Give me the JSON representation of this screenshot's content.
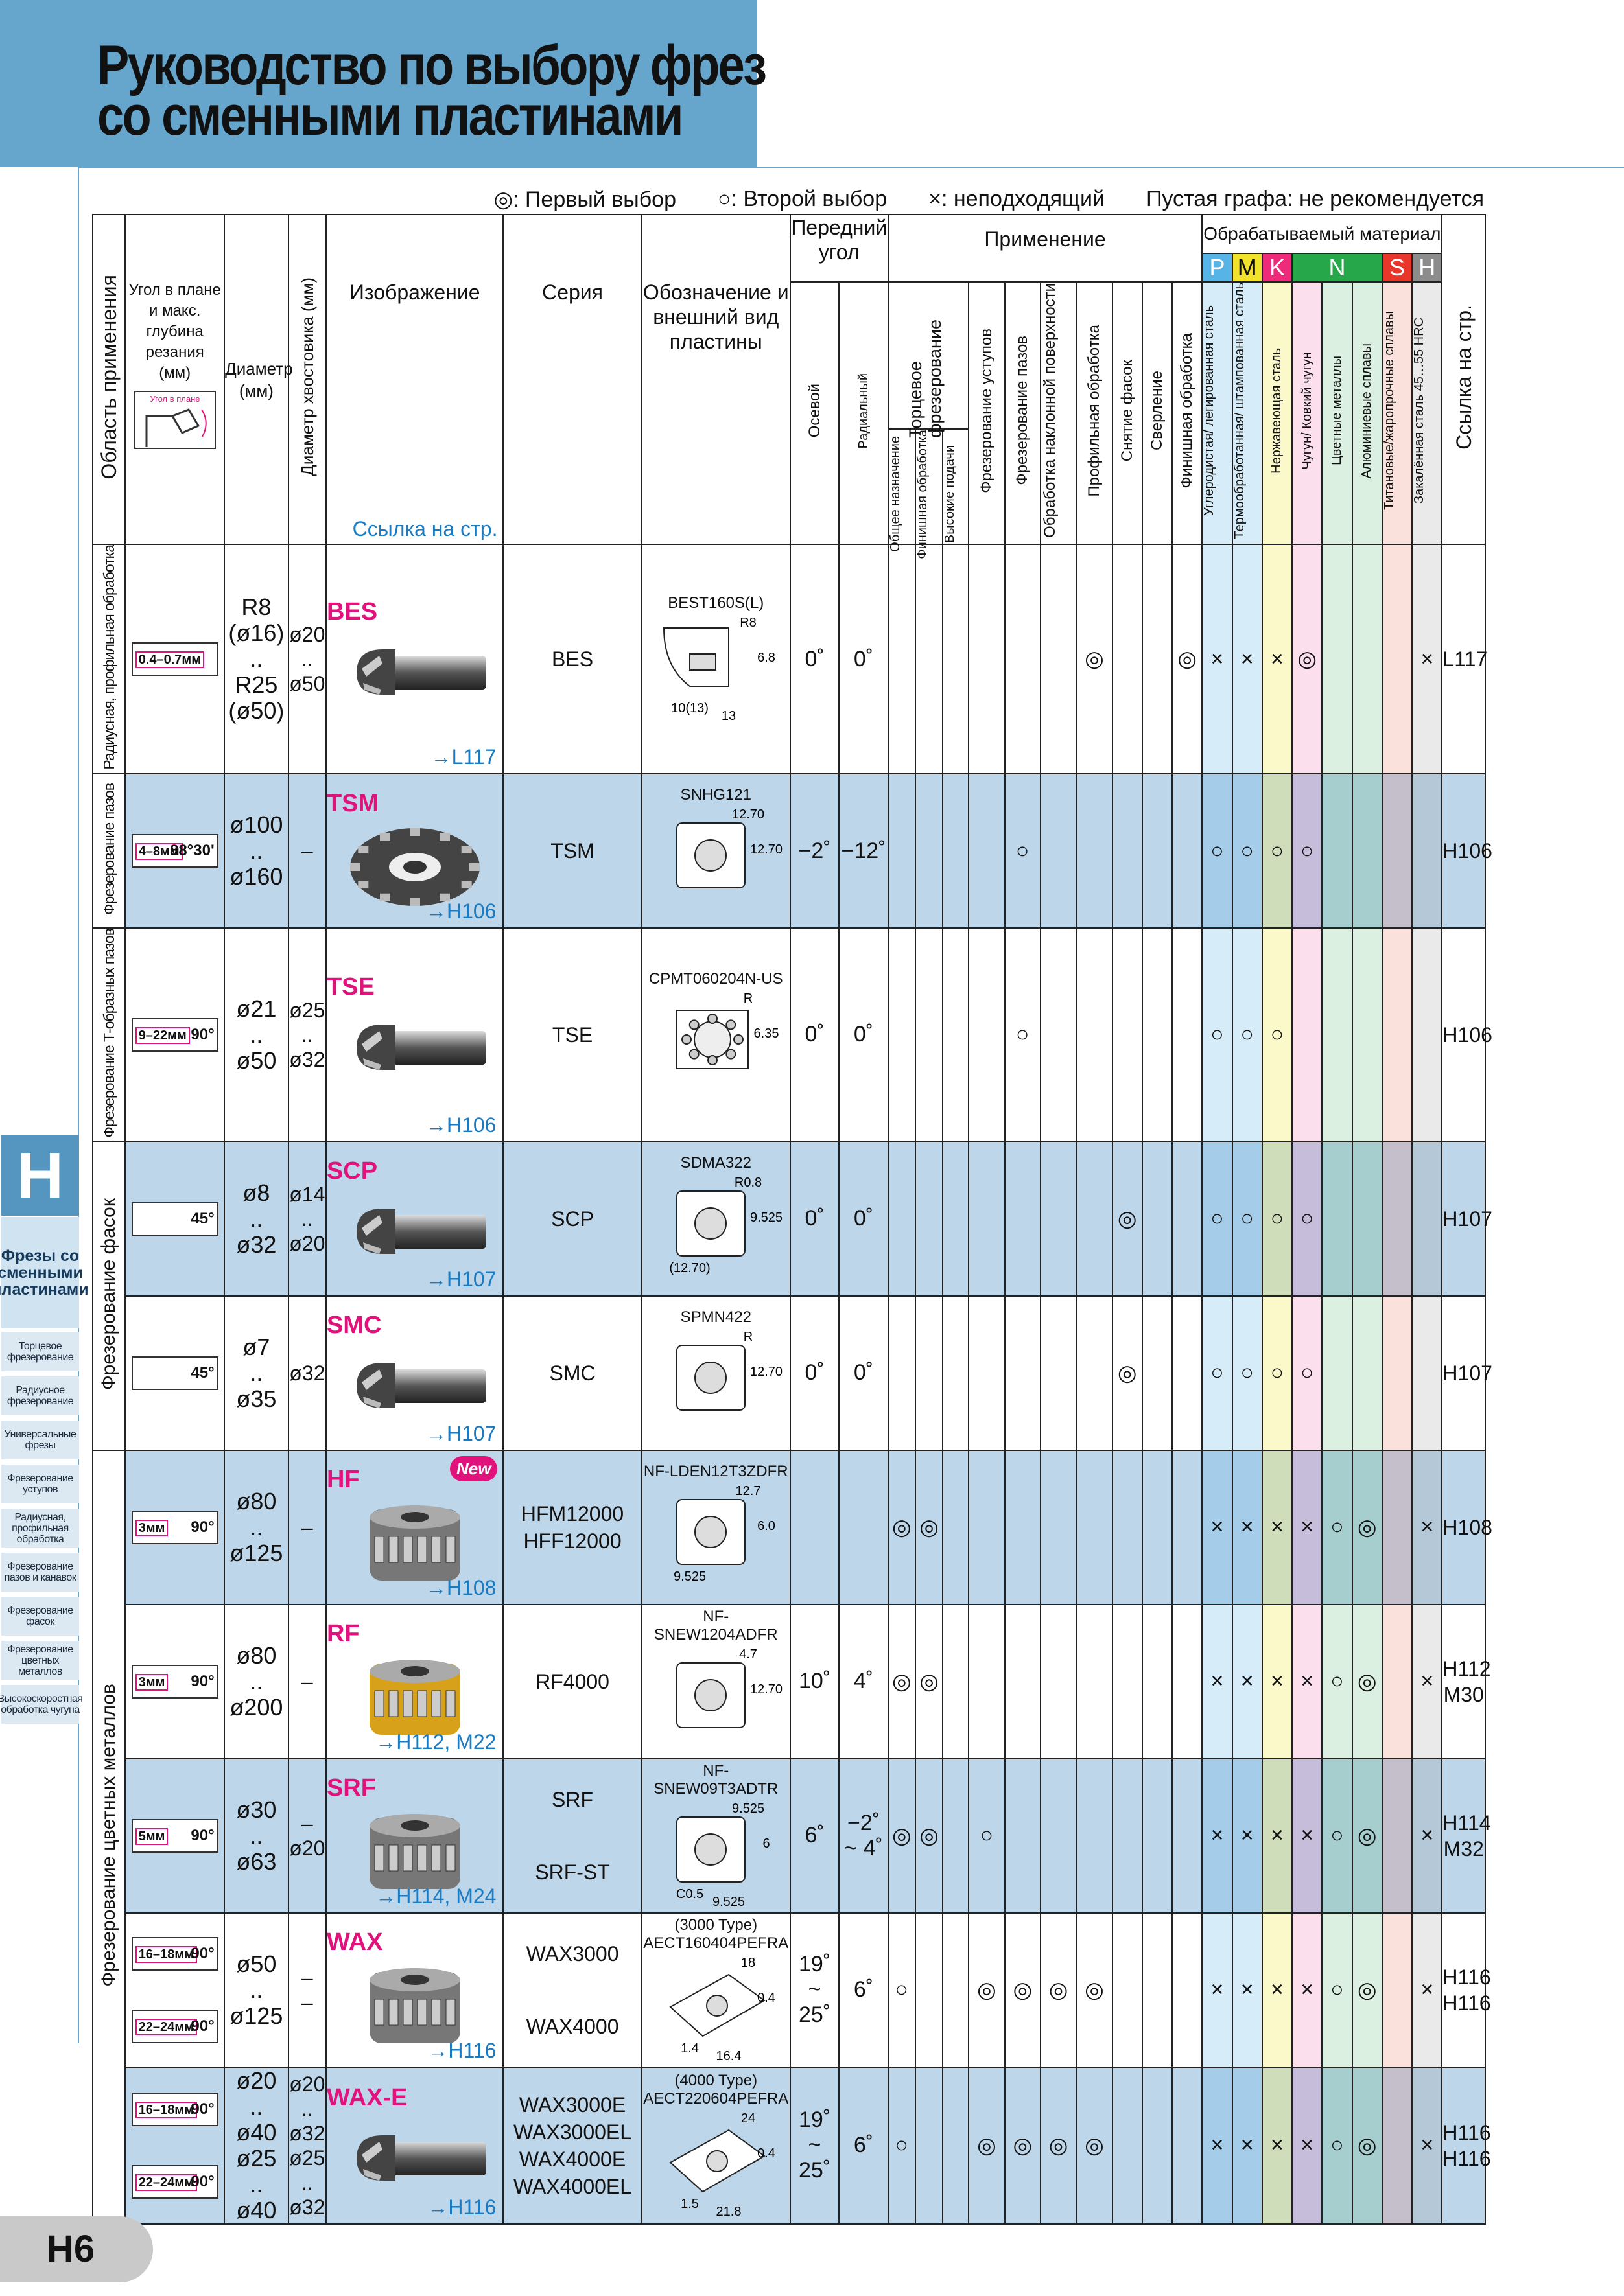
{
  "title_line1": "Руководство по выбору фрез",
  "title_line2": "со сменными пластинами",
  "legend": {
    "first": "◎: Первый выбор",
    "second": "○: Второй выбор",
    "unsuitable": "×: неподходящий",
    "empty": "Пустая графа: не рекомендуется"
  },
  "side_tab": "H",
  "side_nav": {
    "section": "Фрезы со сменными пластинами",
    "items": [
      "Торцевое фрезерование",
      "Радиусное фрезерование",
      "Универсальные фрезы",
      "Фрезерование уступов",
      "Радиусная, профильная обработка",
      "Фрезерование пазов и канавок",
      "Фрезерование фасок",
      "Фрезерование цветных металлов",
      "Высокоскоростная обработка чугуна"
    ]
  },
  "page_number": "H6",
  "headers": {
    "area": "Область применения",
    "angle": "Угол в плане и макс. глубина резания (мм)",
    "angle_img": "Угол в плане",
    "diameter": "Диаметр (мм)",
    "shank": "Диаметр хвостовика (мм)",
    "image": "Изображение",
    "image_ref": "Ссылка на стр.",
    "series": "Серия",
    "insert": "Обозначение и внешний вид пластины",
    "rake": "Передний угол",
    "axial": "Осевой",
    "radial": "Радиальный",
    "application": "Применение",
    "face_milling": "Торцевое фрезерование",
    "app_cols": [
      "Общее назначение",
      "Финишная обработка",
      "Высокие подачи",
      "Фрезерование уступов",
      "Фрезерование пазов",
      "Обработка наклонной поверхности",
      "Профильная обработка",
      "Снятие фасок",
      "Сверление",
      "Финишная обработка"
    ],
    "material": "Обрабатываемый материал",
    "mat_letters": [
      "P",
      "M",
      "K",
      "N",
      "S",
      "H"
    ],
    "mat_cols": [
      "Углеродистая/ легированная сталь",
      "Термообработанная/ штампованная сталь",
      "Нержавеющая сталь",
      "Чугун/ Ковкий чугун",
      "Цветные металлы",
      "Алюминиевые сплавы",
      "Титановые/жаропрочные сплавы",
      "Закалённая сталь 45…55 HRC"
    ],
    "page_ref": "Ссылка на стр."
  },
  "areas": [
    "Радиусная, профильная обработка",
    "Фрезерование пазов",
    "Фрезерование Т-образных пазов",
    "Фрезерование фасок",
    "Фрезерование цветных металлов"
  ],
  "rows": [
    {
      "depth": "0.4–0.7мм",
      "dia": [
        "R8",
        "(ø16)",
        "..",
        "R25",
        "(ø50)"
      ],
      "shank": [
        "ø20",
        "..",
        "ø50"
      ],
      "name": "BES",
      "ref": "→L117",
      "series": [
        "BES"
      ],
      "insert": "BEST160S(L)",
      "ins_dims": [
        "R8",
        "6.8",
        "10(13)",
        "13"
      ],
      "axial": "0˚",
      "radial": "0˚",
      "app": [
        "",
        "",
        "",
        "",
        "",
        "",
        "◎",
        "",
        "",
        "◎"
      ],
      "mat": [
        "×",
        "×",
        "×",
        "◎",
        "",
        "",
        "",
        "×"
      ],
      "page": [
        "L117"
      ]
    },
    {
      "depth": "4–8мм",
      "ang": "88°30'",
      "dia": [
        "ø100",
        "..",
        "ø160"
      ],
      "shank": [
        "–"
      ],
      "name": "TSM",
      "ref": "→H106",
      "series": [
        "TSM"
      ],
      "insert": "SNHG121",
      "ins_dims": [
        "12.70",
        "12.70"
      ],
      "axial": "−2˚",
      "radial": "−12˚",
      "app": [
        "",
        "",
        "",
        "",
        "○",
        "",
        "",
        "",
        "",
        ""
      ],
      "mat": [
        "○",
        "○",
        "○",
        "○",
        "",
        "",
        "",
        ""
      ],
      "page": [
        "H106"
      ]
    },
    {
      "depth": "9–22мм",
      "ang": "90°",
      "dia": [
        "ø21",
        "..",
        "ø50"
      ],
      "shank": [
        "ø25",
        "..",
        "ø32"
      ],
      "name": "TSE",
      "ref": "→H106",
      "series": [
        "TSE"
      ],
      "insert": "CPMT060204N-US",
      "ins_dims": [
        "R",
        "6.35"
      ],
      "axial": "0˚",
      "radial": "0˚",
      "app": [
        "",
        "",
        "",
        "",
        "○",
        "",
        "",
        "",
        "",
        ""
      ],
      "mat": [
        "○",
        "○",
        "○",
        "",
        "",
        "",
        "",
        ""
      ],
      "page": [
        "H106"
      ]
    },
    {
      "ang": "45°",
      "dia": [
        "ø8",
        "..",
        "ø32"
      ],
      "shank": [
        "ø14",
        "..",
        "ø20"
      ],
      "name": "SCP",
      "ref": "→H107",
      "series": [
        "SCP"
      ],
      "insert": "SDMA322",
      "ins_dims": [
        "R0.8",
        "9.525",
        "(12.70)"
      ],
      "axial": "0˚",
      "radial": "0˚",
      "app": [
        "",
        "",
        "",
        "",
        "",
        "",
        "",
        "◎",
        "",
        ""
      ],
      "mat": [
        "○",
        "○",
        "○",
        "○",
        "",
        "",
        "",
        ""
      ],
      "page": [
        "H107"
      ]
    },
    {
      "ang": "45°",
      "dia": [
        "ø7",
        "..",
        "ø35"
      ],
      "shank": [
        "ø32"
      ],
      "name": "SMC",
      "ref": "→H107",
      "series": [
        "SMC"
      ],
      "insert": "SPMN422",
      "ins_dims": [
        "R",
        "12.70"
      ],
      "axial": "0˚",
      "radial": "0˚",
      "app": [
        "",
        "",
        "",
        "",
        "",
        "",
        "",
        "◎",
        "",
        ""
      ],
      "mat": [
        "○",
        "○",
        "○",
        "○",
        "",
        "",
        "",
        ""
      ],
      "page": [
        "H107"
      ]
    },
    {
      "depth": "3мм",
      "ang": "90°",
      "dia": [
        "ø80",
        "..",
        "ø125"
      ],
      "shank": [
        "–"
      ],
      "name": "HF",
      "badge": "New",
      "ref": "→H108",
      "series": [
        "HFM12000",
        "HFF12000"
      ],
      "insert": "NF-LDEN12T3ZDFR",
      "ins_dims": [
        "12.7",
        "6.0",
        "9.525"
      ],
      "axial": "",
      "radial": "",
      "app": [
        "◎",
        "◎",
        "",
        "",
        "",
        "",
        "",
        "",
        "",
        ""
      ],
      "mat": [
        "×",
        "×",
        "×",
        "×",
        "○",
        "◎",
        "",
        "×"
      ],
      "page": [
        "H108"
      ]
    },
    {
      "depth": "3мм",
      "ang": "90°",
      "dia": [
        "ø80",
        "..",
        "ø200"
      ],
      "shank": [
        "–"
      ],
      "name": "RF",
      "ref": "→H112, M22",
      "series": [
        "RF4000"
      ],
      "insert": "NF-SNEW1204ADFR",
      "ins_dims": [
        "4.7",
        "12.70"
      ],
      "axial": "10˚",
      "radial": "4˚",
      "app": [
        "◎",
        "◎",
        "",
        "",
        "",
        "",
        "",
        "",
        "",
        ""
      ],
      "mat": [
        "×",
        "×",
        "×",
        "×",
        "○",
        "◎",
        "",
        "×"
      ],
      "page": [
        "H112",
        "M30"
      ]
    },
    {
      "depth": "5мм",
      "ang": "90°",
      "dia": [
        "ø30",
        "..",
        "ø63"
      ],
      "shank": [
        "–",
        "ø20"
      ],
      "name": "SRF",
      "ref": "→H114, M24",
      "series": [
        "SRF",
        "SRF-ST"
      ],
      "insert": "NF-SNEW09T3ADTR",
      "ins_dims": [
        "9.525",
        "6",
        "C0.5",
        "9.525"
      ],
      "axial": "6˚",
      "radial": "−2˚ ~ 4˚",
      "app": [
        "◎",
        "◎",
        "",
        "○",
        "",
        "",
        "",
        "",
        "",
        ""
      ],
      "mat": [
        "×",
        "×",
        "×",
        "×",
        "○",
        "◎",
        "",
        "×"
      ],
      "page": [
        "H114",
        "M32"
      ]
    },
    {
      "depth": "16–18мм",
      "depth2": "22–24мм",
      "ang": "90°",
      "dia": [
        "ø50",
        "..",
        "ø125"
      ],
      "shank": [
        "–",
        "–"
      ],
      "name": "WAX",
      "ref": "→H116",
      "series": [
        "WAX3000",
        "WAX4000"
      ],
      "insert": "(3000 Type) AECT160404PEFRA",
      "ins_dims": [
        "18",
        "0.4",
        "1.4",
        "16.4"
      ],
      "axial": "19˚ ~ 25˚",
      "radial": "6˚",
      "app": [
        "○",
        "",
        "",
        "◎",
        "◎",
        "◎",
        "◎",
        "",
        "",
        ""
      ],
      "mat": [
        "×",
        "×",
        "×",
        "×",
        "○",
        "◎",
        "",
        "×"
      ],
      "page": [
        "H116",
        "H116"
      ]
    },
    {
      "depth": "16–18мм",
      "depth2": "22–24мм",
      "ang": "90°",
      "dia": [
        "ø20",
        "..",
        "ø40",
        "ø25",
        "..",
        "ø40"
      ],
      "shank": [
        "ø20",
        "..",
        "ø32",
        "ø25",
        "..",
        "ø32"
      ],
      "name": "WAX-E",
      "ref": "→H116",
      "series": [
        "WAX3000E",
        "WAX3000EL",
        "WAX4000E",
        "WAX4000EL"
      ],
      "insert": "(4000 Type) AECT220604PEFRA",
      "ins_dims": [
        "24",
        "0.4",
        "1.5",
        "21.8"
      ],
      "axial": "19˚ ~ 25˚",
      "radial": "6˚",
      "app": [
        "○",
        "",
        "",
        "◎",
        "◎",
        "◎",
        "◎",
        "",
        "",
        ""
      ],
      "mat": [
        "×",
        "×",
        "×",
        "×",
        "○",
        "◎",
        "",
        "×"
      ],
      "page": [
        "H116",
        "H116"
      ]
    }
  ],
  "colors": {
    "header_blue": "#67a6cc",
    "band_blue": "#bed6ea",
    "series_pink": "#e2127c",
    "ref_blue": "#1a7bc2",
    "P": "#56b4e7",
    "M": "#f2e22c",
    "K": "#ee2a7b",
    "N": "#25a74a",
    "S": "#e8372a",
    "H": "#8c8c8c"
  }
}
